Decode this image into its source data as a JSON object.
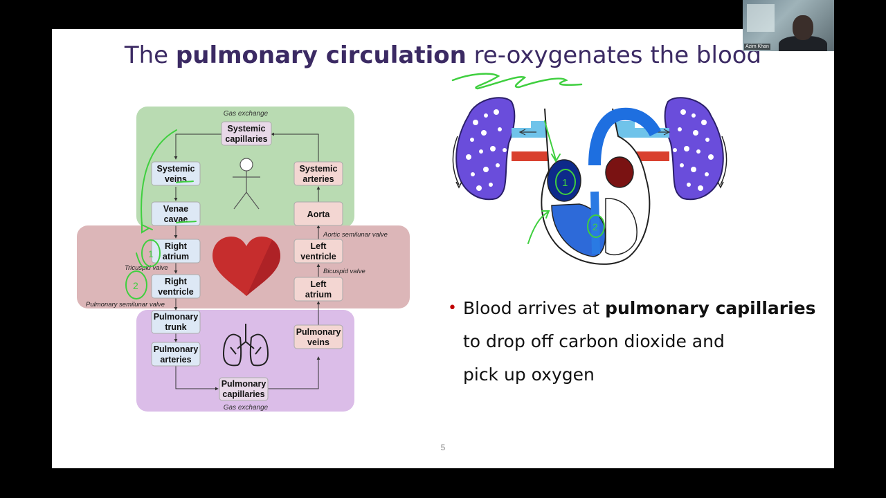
{
  "slide": {
    "title_pre": "The ",
    "title_bold": "pulmonary circulation",
    "title_post": " re-oxygenates the blood",
    "page_number": "5"
  },
  "bullet": {
    "text_pre": "Blood arrives at ",
    "text_bold": "pulmonary capillaries",
    "line2": "to drop off carbon dioxide and",
    "line3": "pick up oxygen"
  },
  "diagram": {
    "zones": {
      "top_label": "Gas exchange",
      "bottom_label": "Gas exchange"
    },
    "nodes": {
      "systemic_capillaries": [
        "Systemic",
        "capillaries"
      ],
      "systemic_veins": [
        "Systemic",
        "veins"
      ],
      "venae_cavae": [
        "Venae",
        "cavae"
      ],
      "right_atrium": [
        "Right",
        "atrium"
      ],
      "right_ventricle": [
        "Right",
        "ventricle"
      ],
      "pulmonary_trunk": [
        "Pulmonary",
        "trunk"
      ],
      "pulmonary_arteries": [
        "Pulmonary",
        "arteries"
      ],
      "pulmonary_capillaries": [
        "Pulmonary",
        "capillaries"
      ],
      "pulmonary_veins": [
        "Pulmonary",
        "veins"
      ],
      "left_atrium": [
        "Left",
        "atrium"
      ],
      "left_ventricle": [
        "Left",
        "ventricle"
      ],
      "aorta": [
        "Aorta"
      ],
      "systemic_arteries": [
        "Systemic",
        "arteries"
      ]
    },
    "valves": {
      "aortic": "Aortic semilunar valve",
      "tricuspid": "Tricuspid valve",
      "bicuspid": "Bicuspid valve",
      "pulmonary": "Pulmonary semilunar valve"
    },
    "annotations": [
      "1",
      "2"
    ]
  },
  "heart_illustration": {
    "annotations": [
      "1",
      "2"
    ]
  },
  "webcam": {
    "name": "Azim Khan"
  },
  "colors": {
    "title": "#3b2a63",
    "zone_top": "#b9dbb2",
    "zone_middle": "#dcb6b8",
    "zone_bottom": "#dbbde8",
    "ink_annotation": "#3fcf3f",
    "bullet_dot": "#c00000"
  }
}
